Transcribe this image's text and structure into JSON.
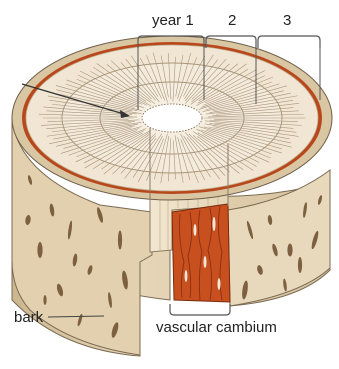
{
  "labels": {
    "year1": "year 1",
    "year2": "2",
    "year3": "3",
    "bark": "bark",
    "cambium": "vascular cambium"
  },
  "colors": {
    "bark_face": "#e3d2b3",
    "bark_mark": "#7d6040",
    "wood_top": "#f1e8d9",
    "wood_grain": "#9a876a",
    "cambium": "#c24a1e",
    "cambium_dark": "#8b2e10",
    "pith": "#ffffff",
    "line": "#555555"
  }
}
